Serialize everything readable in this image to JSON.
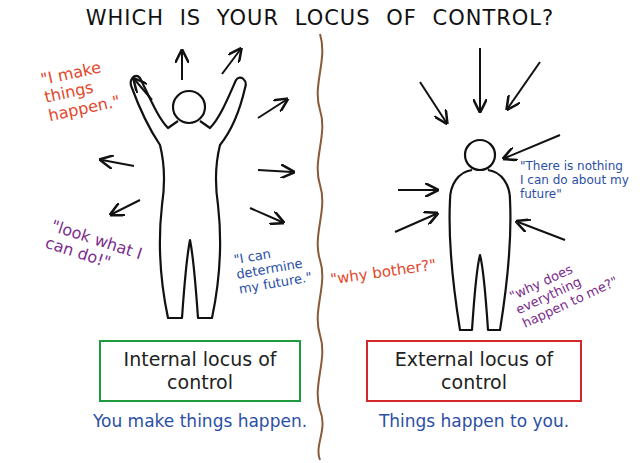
{
  "diagram": {
    "title": "WHICH IS YOUR LOCUS OF CONTROL?",
    "nodes": [
      {
        "text": [
          "Internal locus of control"
        ]
      },
      {
        "text": [
          "External locus of control"
        ]
      }
    ],
    "labels": [
      "\"I make things happen.\"",
      "\"look what I can do!\"",
      "\"I can determine my future.\"",
      "\"There is nothing I can do about my future\"",
      "\"why bother?\"",
      "\"why does everything happen to me?\"",
      "You make things happen.",
      "Things happen to you."
    ]
  }
}
